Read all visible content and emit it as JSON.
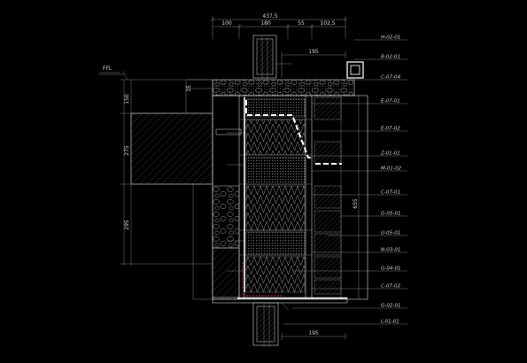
{
  "dimensions": {
    "top_total": "437,5",
    "top_a": "100",
    "top_b": "180",
    "top_c": "55",
    "top_d": "102,5",
    "upper_inner": "195",
    "lower_inner": "195",
    "left_a": "150",
    "left_b": "275",
    "left_c": "295",
    "small_15": "15",
    "right_height": "655"
  },
  "level_mark": "FFL",
  "tags": [
    "H-02-01",
    "B-02-01",
    "C-07-04",
    "E-07-01",
    "E-07-02",
    "Z-01-01",
    "M-01-02",
    "C-07-01",
    "G-05-01",
    "U-05-01",
    "N-03-01",
    "G-04-01",
    "C-07-02",
    "G-02-01",
    "L-01-01"
  ]
}
